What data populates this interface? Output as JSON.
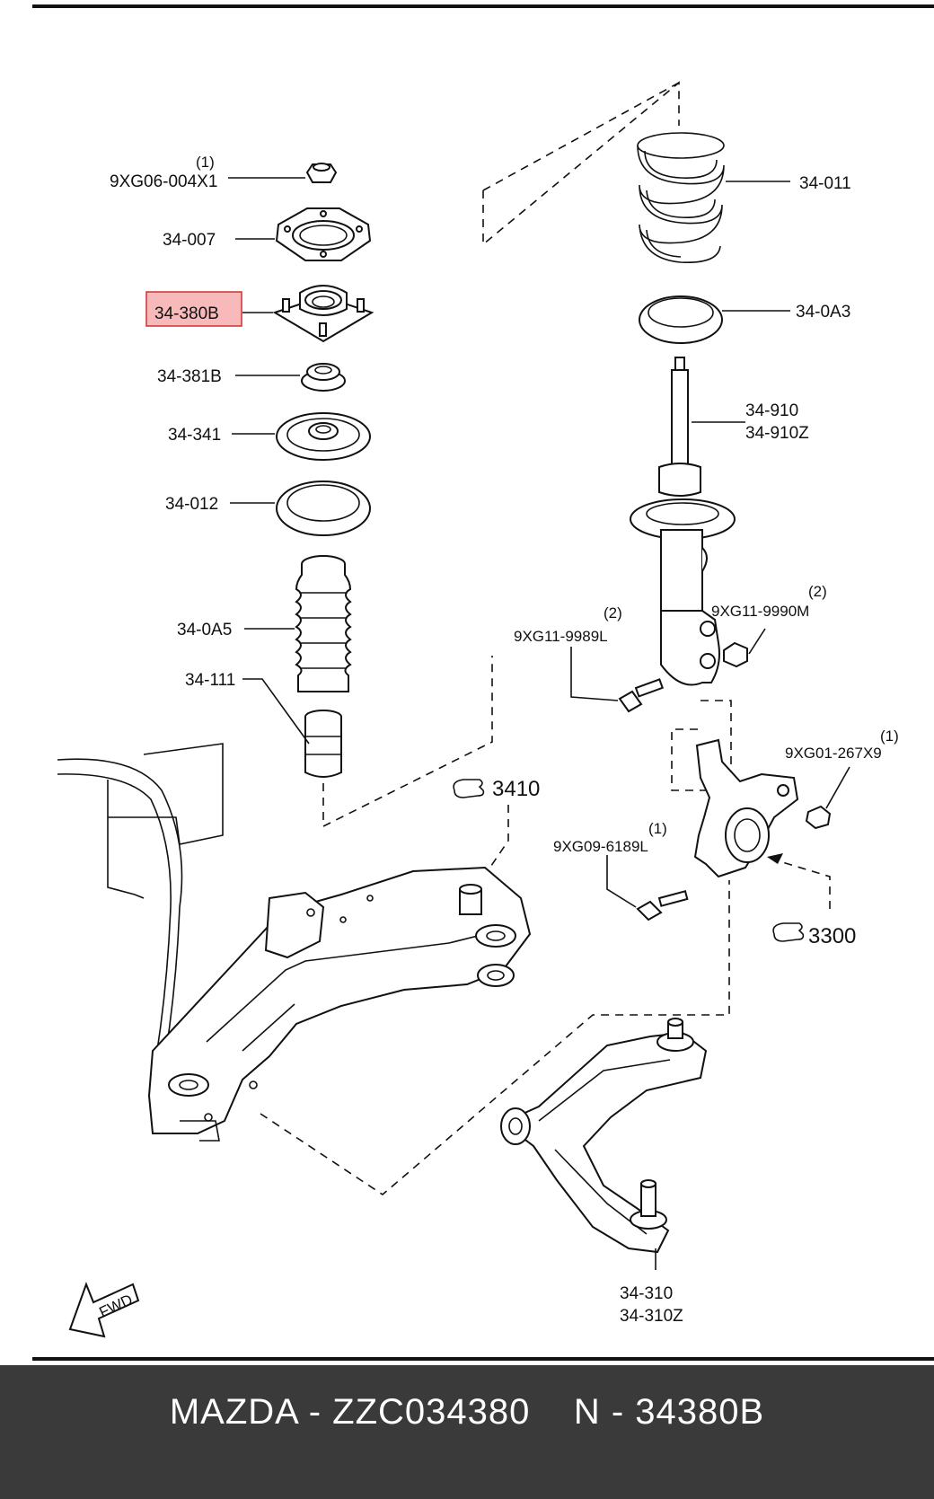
{
  "callouts": {
    "nut_top": {
      "qty": "(1)",
      "code": "9XG06-004X1"
    },
    "plate": "34-007",
    "mount": "34-380B",
    "bearing": "34-381B",
    "seat": "34-341",
    "insulator": "34-012",
    "boot": "34-0A5",
    "bumper": "34-111",
    "spring": "34-011",
    "lower_seat": "34-0A3",
    "strut_a": "34-910",
    "strut_b": "34-910Z",
    "bolt_l": {
      "qty": "(2)",
      "code": "9XG11-9989L"
    },
    "nut_m": {
      "qty": "(2)",
      "code": "9XG11-9990M"
    },
    "nut_knuckle": {
      "qty": "(1)",
      "code": "9XG01-267X9"
    },
    "bolt_knuckle": {
      "qty": "(1)",
      "code": "9XG09-6189L"
    },
    "arm_a": "34-310",
    "arm_b": "34-310Z"
  },
  "references": {
    "crossmember": "3410",
    "knuckle": "3300"
  },
  "fwd_label": "FWD",
  "highlight_color": "#f08080",
  "footer": {
    "brand": "MAZDA",
    "part_number": "ZZC034380",
    "ref": "N - 34380B"
  }
}
